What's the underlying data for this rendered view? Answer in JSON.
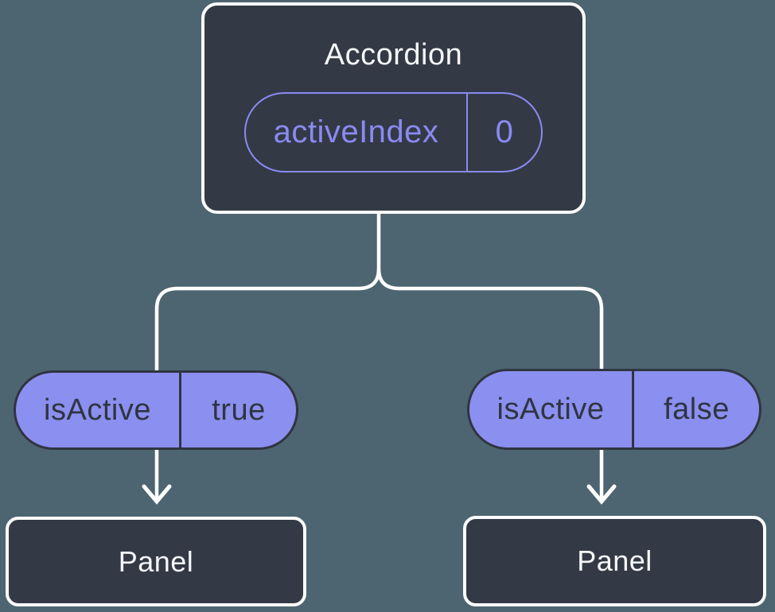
{
  "diagram": {
    "description": "React component tree: Accordion passing isActive state down to two Panel children",
    "colors": {
      "background": "#4D6570",
      "node_fill": "#333A46",
      "node_border": "#FCFDFE",
      "pill_fill": "#8B8FEF",
      "pill_outline_accent": "#8A8AF2",
      "pill_dark_text": "#2F3541",
      "connector_line": "#FFFFFF"
    },
    "root": {
      "title": "Accordion",
      "prop_name": "activeIndex",
      "prop_value": "0"
    },
    "left_branch": {
      "prop_name": "isActive",
      "prop_value": "true",
      "node_title": "Panel"
    },
    "right_branch": {
      "prop_name": "isActive",
      "prop_value": "false",
      "node_title": "Panel"
    }
  }
}
